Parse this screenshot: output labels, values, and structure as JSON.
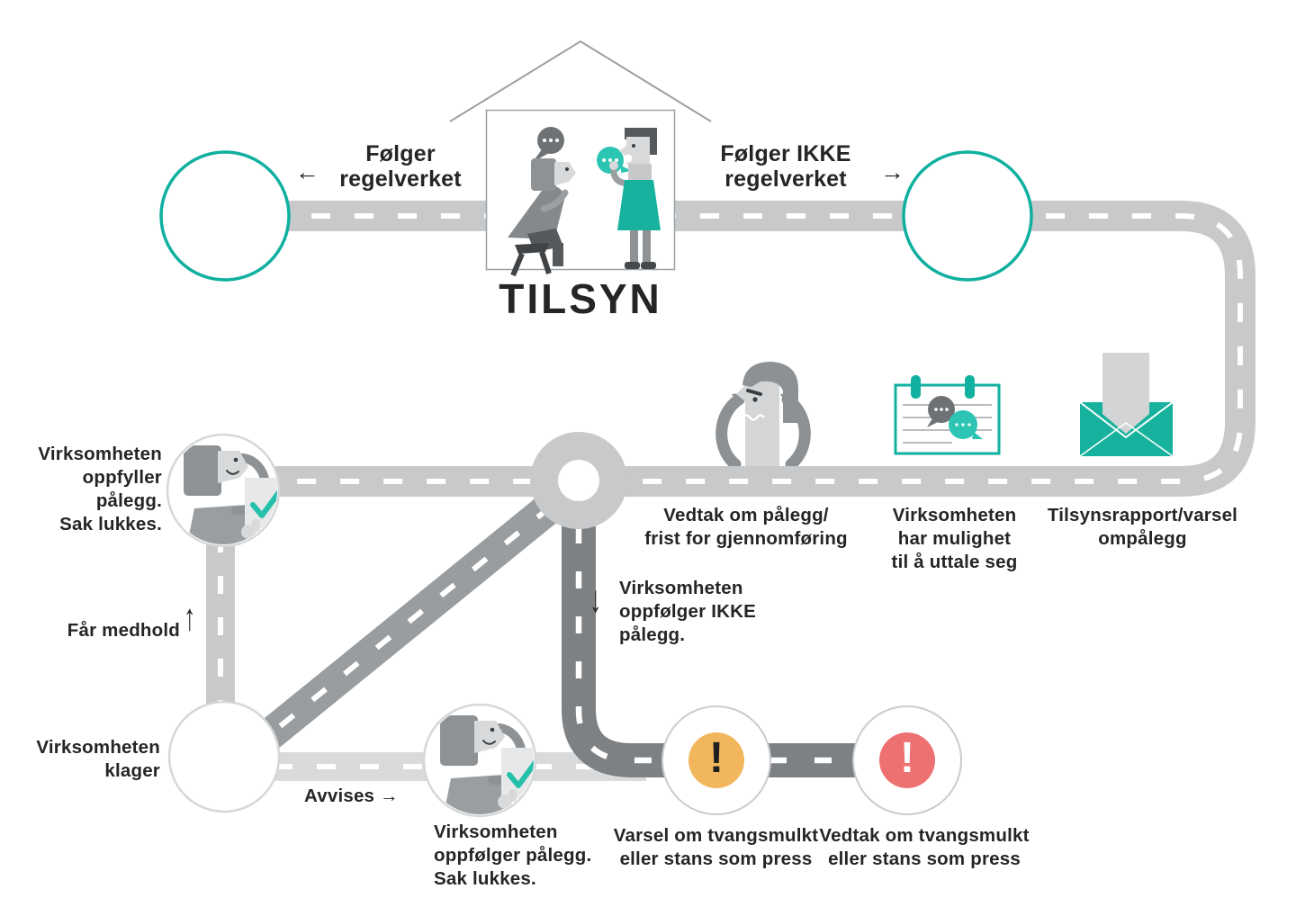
{
  "diagram_title": "TILSYN",
  "top": {
    "left_outcome": {
      "arrow": "←",
      "label": "Følger\nregelverket"
    },
    "right_outcome": {
      "arrow": "→",
      "label": "Følger IKKE\nregelverket"
    }
  },
  "middle_row": {
    "envelope_step": "Tilsynsrapport/varsel\nompålegg",
    "calendar_step": "Virksomheten\nhar mulighet\ntil å uttale seg",
    "decision_step": "Vedtak om pålegg/\nfrist for gjennomføring"
  },
  "left_branch": {
    "fulfilled": "Virksomheten\noppfyller pålegg.\nSak lukkes.",
    "appeal_upheld": {
      "label": "Får medhold",
      "arrow": "↑"
    },
    "complains": "Virksomheten\nklager",
    "rejected": {
      "label": "Avvises",
      "arrow": "→"
    }
  },
  "bottom_branch": {
    "follows_order": "Virksomheten\noppfølger pålegg.\nSak lukkes.",
    "not_follow_order": {
      "arrow": "↓",
      "label": "Virksomheten\noppfølger IKKE\npålegg."
    },
    "warning_fine": {
      "badge": "!",
      "label": "Varsel om tvangsmulkt\neller stans som press"
    },
    "decision_fine": {
      "badge": "!",
      "label": "Vedtak om tvangsmulkt\neller stans som press"
    }
  },
  "icons": {
    "house": "house-outline-icon",
    "speech_dark": "speech-bubble-dark-icon",
    "speech_teal": "speech-bubble-teal-icon",
    "envelope": "open-envelope-report-icon",
    "calendar": "hearing-note-icon",
    "roundabout": "roundabout-icon",
    "checkmark": "teal-checkmark-icon",
    "warning": "exclamation-orange-icon",
    "danger": "exclamation-red-icon"
  },
  "colors": {
    "accent_teal": "#10b0a0",
    "bubble_teal": "#2cc4b3",
    "warning_orange": "#f2b65c",
    "danger_red": "#ee7171",
    "road_light": "#c7c9cb",
    "road_lighter": "#d8dadc",
    "road_mid": "#999da0",
    "road_dark": "#7d8184",
    "text": "#232527"
  }
}
